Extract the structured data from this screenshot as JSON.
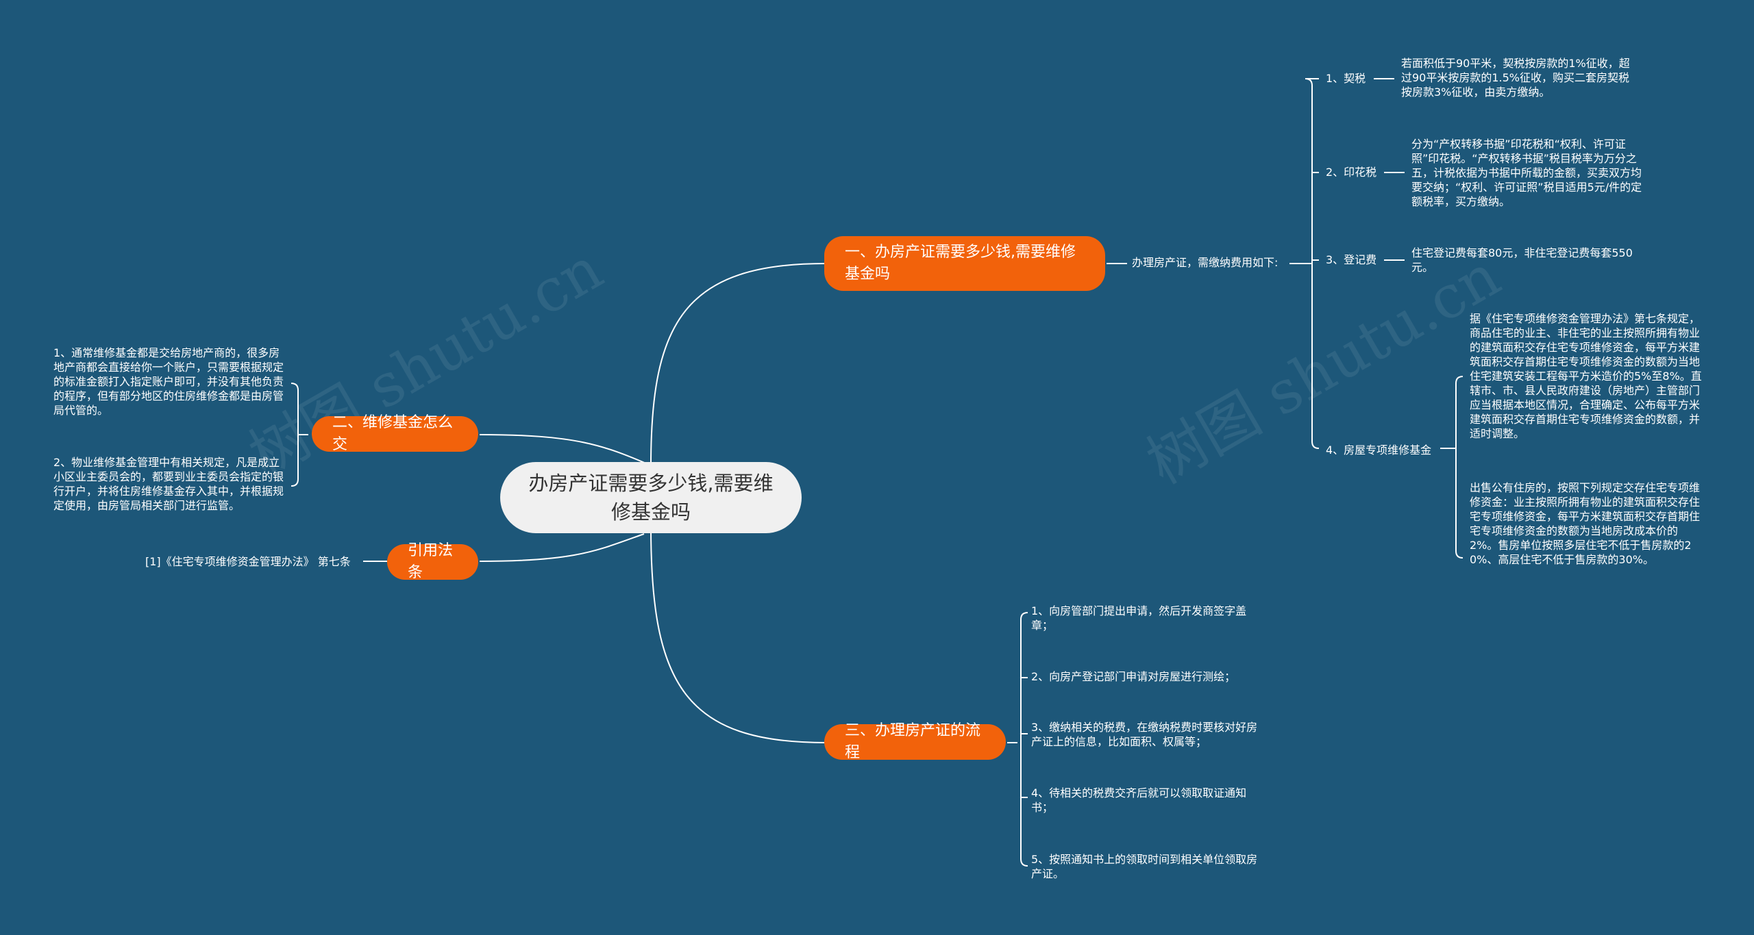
{
  "root": {
    "title": "办房产证需要多少钱,需要维修基金吗"
  },
  "branch1": {
    "title": "一、办房产证需要多少钱,需要维修基金吗",
    "intro": "办理房产证，需缴纳费用如下:",
    "items": [
      {
        "label": "1、契税",
        "text": "若面积低于90平米，契税按房款的1%征收，超过90平米按房款的1.5%征收，购买二套房契税按房款3%征收，由卖方缴纳。"
      },
      {
        "label": "2、印花税",
        "text": "分为“产权转移书据”印花税和“权利、许可证照”印花税。“产权转移书据”税目税率为万分之五，计税依据为书据中所载的金额，买卖双方均要交纳；“权利、许可证照”税目适用5元/件的定额税率，买方缴纳。"
      },
      {
        "label": "3、登记费",
        "text": "住宅登记费每套80元，非住宅登记费每套550元。"
      },
      {
        "label": "4、房屋专项维修基金",
        "texts": [
          "据《住宅专项维修资金管理办法》第七条规定，商品住宅的业主、非住宅的业主按照所拥有物业的建筑面积交存住宅专项维修资金，每平方米建筑面积交存首期住宅专项维修资金的数额为当地住宅建筑安装工程每平方米造价的5%至8%。直辖市、市、县人民政府建设（房地产）主管部门应当根据本地区情况，合理确定、公布每平方米建筑面积交存首期住宅专项维修资金的数额，并适时调整。",
          "出售公有住房的，按照下列规定交存住宅专项维修资金：业主按照所拥有物业的建筑面积交存住宅专项维修资金，每平方米建筑面积交存首期住宅专项维修资金的数额为当地房改成本价的2%。售房单位按照多层住宅不低于售房款的20%、高层住宅不低于售房款的30%。"
        ]
      }
    ]
  },
  "branch2": {
    "title": "二、维修基金怎么交",
    "items": [
      "1、通常维修基金都是交给房地产商的，很多房地产商都会直接给你一个账户，只需要根据规定的标准金额打入指定账户即可，并没有其他负责的程序，但有部分地区的住房维修金都是由房管局代管的。",
      "2、物业维修基金管理中有相关规定，凡是成立小区业主委员会的，都要到业主委员会指定的银行开户，并将住房维修基金存入其中，并根据规定使用，由房管局相关部门进行监管。"
    ]
  },
  "branch3": {
    "title": "引用法条",
    "items": [
      "[1]《住宅专项维修资金管理办法》 第七条"
    ]
  },
  "branch4": {
    "title": "三、办理房产证的流程",
    "items": [
      "1、向房管部门提出申请，然后开发商签字盖章；",
      "2、向房产登记部门申请对房屋进行测绘；",
      "3、缴纳相关的税费，在缴纳税费时要核对好房产证上的信息，比如面积、权属等；",
      "4、待相关的税费交齐后就可以领取取证通知书；",
      "5、按照通知书上的领取时间到相关单位领取房产证。"
    ]
  },
  "watermark": "树图 shutu.cn",
  "colors": {
    "background": "#1d5779",
    "accent": "#f2620b",
    "root": "#f0f0f0",
    "line": "#ffffff"
  }
}
